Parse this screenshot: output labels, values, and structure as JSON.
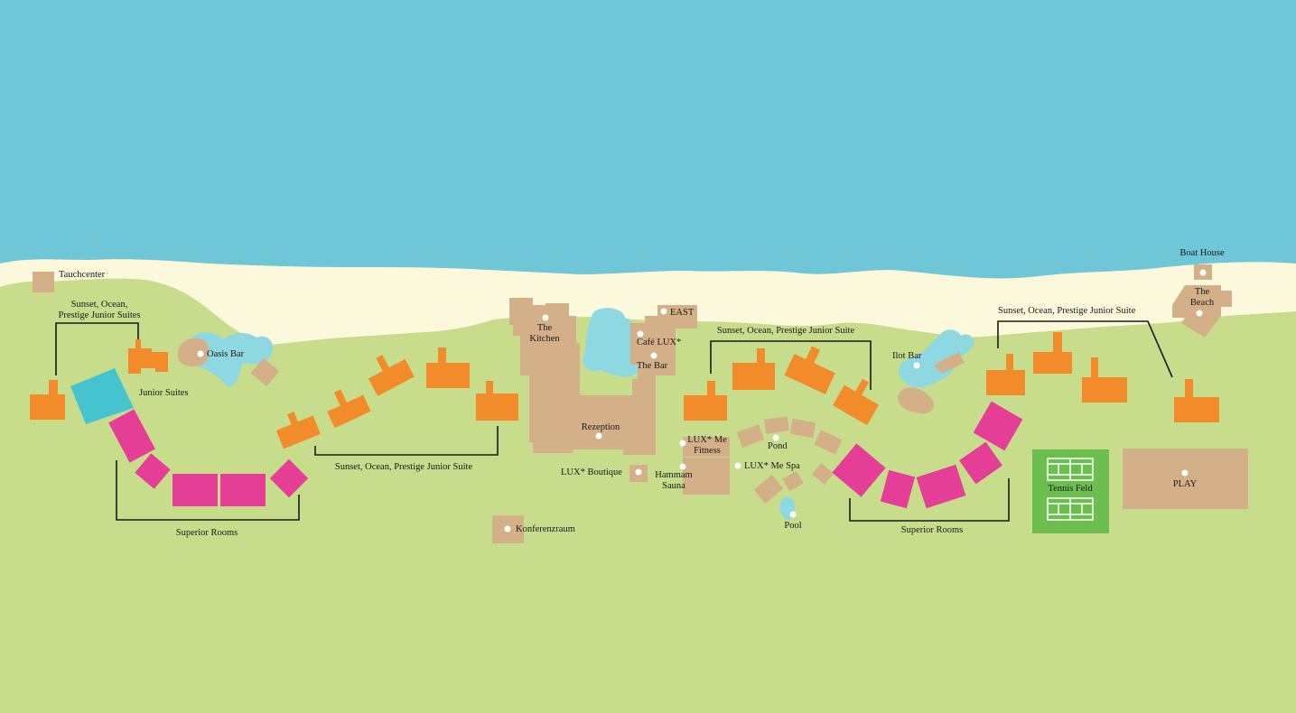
{
  "colors": {
    "sea": "#6fc6d6",
    "sand": "#fbf8dc",
    "grass": "#c7dd8c",
    "building": "#d4b088",
    "suite": "#f28c2b",
    "superior_room": "#e53e96",
    "junior_suite": "#45c3cf",
    "pool_water": "#8ed8e2",
    "tennis": "#6cbf4f"
  },
  "labels": {
    "tauchcenter": "Tauchcenter",
    "west_suites_header": "Sunset, Ocean,\nPrestige Junior Suites",
    "oasis_bar": "Oasis Bar",
    "junior_suites": "Junior Suites",
    "superior_rooms_west": "Superior Rooms",
    "suites_mid_west": "Sunset, Ocean, Prestige Junior Suite",
    "the_kitchen": "The\nKitchen",
    "east": "EAST",
    "cafe_lux": "Café LUX*",
    "the_bar": "The Bar",
    "rezeption": "Rezeption",
    "lux_boutique": "LUX* Boutique",
    "konferenzraum": "Konferenzraum",
    "lux_me_fitness": "LUX* Me\nFitness",
    "hammam_sauna": "Hammam\nSauna",
    "suites_mid_east": "Sunset, Ocean, Prestige Junior Suite",
    "pond": "Pond",
    "lux_me_spa": "LUX* Me Spa",
    "pool": "Pool",
    "ilot_bar": "Ilot Bar",
    "superior_rooms_east": "Superior Rooms",
    "suites_east": "Sunset, Ocean, Prestige Junior Suite",
    "boat_house": "Boat House",
    "the_beach": "The\nBeach",
    "tennis_feld": "Tennis Feld",
    "play": "PLAY"
  }
}
